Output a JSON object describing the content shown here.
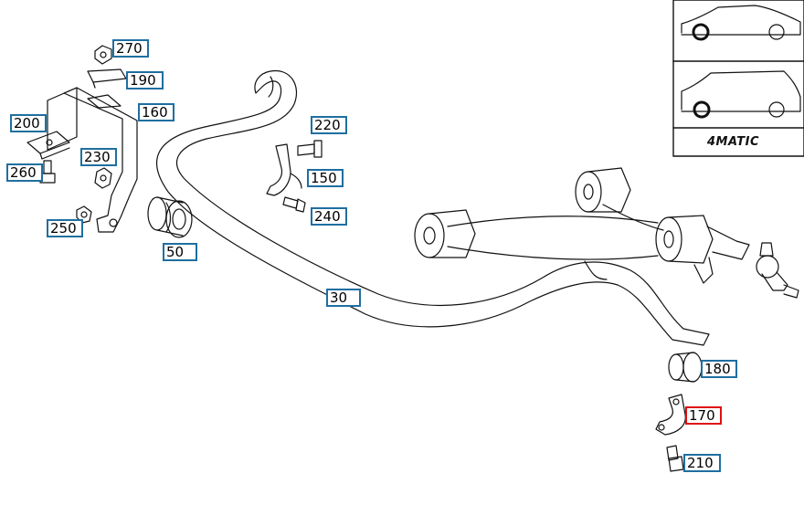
{
  "callouts": {
    "c270": "270",
    "c190": "190",
    "c160": "160",
    "c200": "200",
    "c230": "230",
    "c260": "260",
    "c250": "250",
    "c50": "50",
    "c220": "220",
    "c150": "150",
    "c240": "240",
    "c30": "30",
    "c180": "180",
    "c170": "170",
    "c210": "210"
  },
  "highlighted_callout": "170",
  "highlight_color": "#e01010",
  "callout_border_color": "#1f6fa0",
  "inset": {
    "badge_text": "4MATIC",
    "vehicles": [
      "sedan-icon",
      "wagon-icon"
    ]
  }
}
